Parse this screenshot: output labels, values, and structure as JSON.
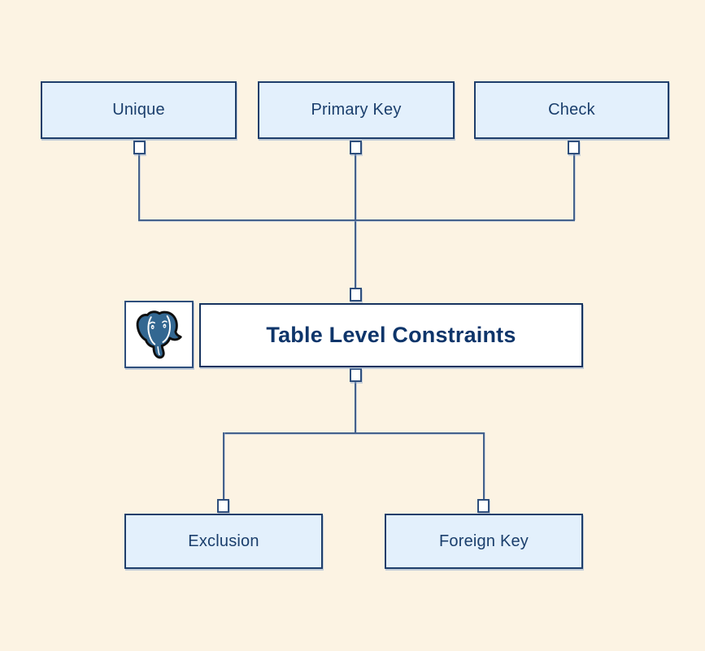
{
  "diagram": {
    "center_node": {
      "label": "Table Level Constraints"
    },
    "top_nodes": [
      {
        "label": "Unique"
      },
      {
        "label": "Primary Key"
      },
      {
        "label": "Check"
      }
    ],
    "bottom_nodes": [
      {
        "label": "Exclusion"
      },
      {
        "label": "Foreign Key"
      }
    ],
    "logo": {
      "icon": "postgresql-elephant-icon"
    },
    "colors": {
      "background": "#FCF3E3",
      "node_fill": "#E3F0FC",
      "node_border": "#1E3E6B",
      "node_text": "#1A3E6C",
      "center_node_fill": "#FFFFFF",
      "center_node_text": "#0E356A",
      "connector_line": "#44618C",
      "port_fill": "#FFFFFF",
      "port_border": "#2E4E7C",
      "logo_blue": "#336791"
    }
  }
}
